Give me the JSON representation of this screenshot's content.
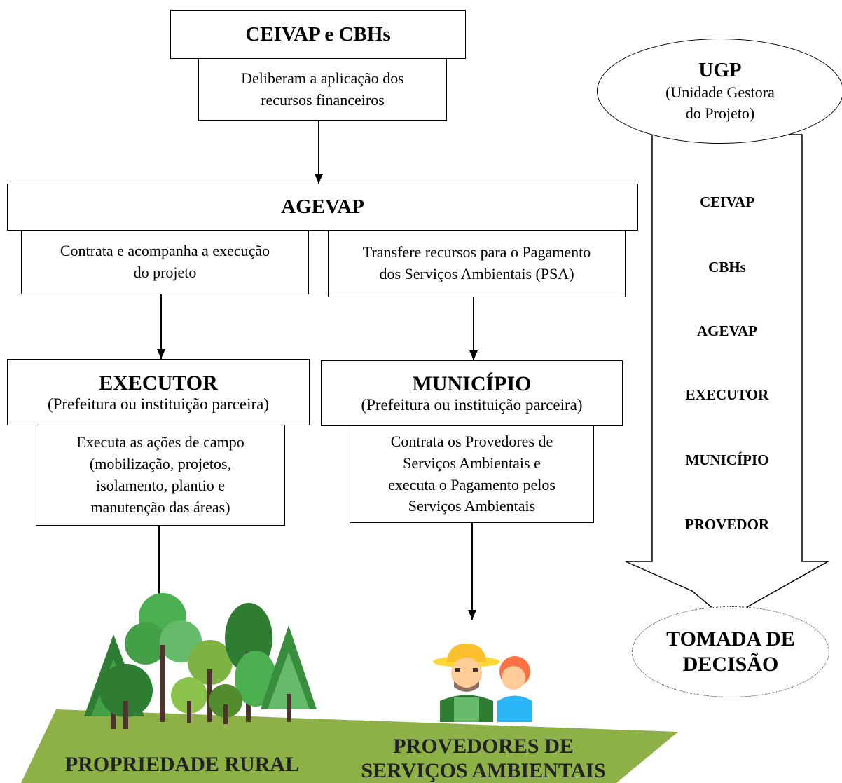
{
  "top": {
    "title": "CEIVAP e CBHs",
    "desc_line1": "Deliberam a aplicação dos",
    "desc_line2": "recursos financeiros"
  },
  "agevap": {
    "title": "AGEVAP",
    "left_line1": "Contrata e acompanha a execução",
    "left_line2": "do projeto",
    "right_line1": "Transfere recursos para o Pagamento",
    "right_line2": "dos Serviços Ambientais (PSA)"
  },
  "executor": {
    "title": "EXECUTOR",
    "subtitle": "(Prefeitura ou instituição parceira)",
    "desc_lines": [
      "Executa as ações de campo",
      "(mobilização, projetos,",
      "isolamento, plantio e",
      "manutenção das áreas)"
    ]
  },
  "municipio": {
    "title": "MUNICÍPIO",
    "subtitle": "(Prefeitura ou instituição parceira)",
    "desc_lines": [
      "Contrata os Provedores de",
      "Serviços Ambientais e",
      "executa o Pagamento pelos",
      "Serviços Ambientais"
    ]
  },
  "ugp": {
    "title": "UGP",
    "sub_line1": "(Unidade Gestora",
    "sub_line2": "do Projeto)",
    "items": [
      "CEIVAP",
      "CBHs",
      "AGEVAP",
      "EXECUTOR",
      "MUNICÍPIO",
      "PROVEDOR"
    ]
  },
  "decision": {
    "line1": "TOMADA DE",
    "line2": "DECISÃO"
  },
  "ground": {
    "left_label": "PROPRIEDADE RURAL",
    "right_line1": "PROVEDORES DE",
    "right_line2": "SERVIÇOS AMBIENTAIS"
  },
  "colors": {
    "ground": "#8db146",
    "tree_dark": "#2e7d32",
    "tree_mid": "#4caf50",
    "tree_light": "#8bc34a",
    "trunk": "#4e342e"
  }
}
